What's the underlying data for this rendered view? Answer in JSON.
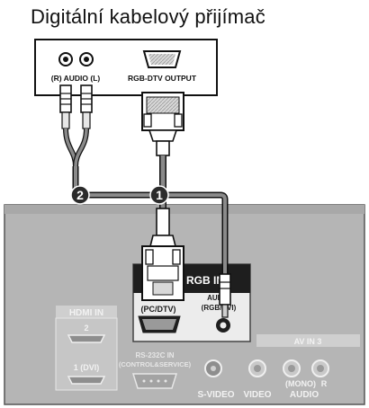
{
  "title": "Digitální kabelový přijímač",
  "receiver": {
    "audio_label": "(R) AUDIO (L)",
    "output_label": "RGB-DTV OUTPUT"
  },
  "markers": [
    {
      "number": "1"
    },
    {
      "number": "2"
    }
  ],
  "tv_panel": {
    "rgb_in_label": "RGB IN",
    "pc_label": "(PC/DTV)",
    "audio_label_line1": "AUDIO",
    "audio_label_line2": "(RGB/DVI)",
    "hdmi_in_label": "HDMI IN",
    "hdmi_2_label": "2",
    "hdmi_1_label": "1 (DVI)",
    "rs232_line1": "RS-232C IN",
    "rs232_line2": "(CONTROL&SERVICE)",
    "av_in_label": "AV IN 3",
    "svideo_label": "S-VIDEO",
    "video_label": "VIDEO",
    "mono_label": "(MONO)",
    "r_label": "R",
    "audio_label": "AUDIO"
  },
  "colors": {
    "panel_gray": "#b4b4b4",
    "cable_gray": "#8a8a8a",
    "marker_dark": "#2b2b2b",
    "label_black": "#1a1a1a"
  }
}
